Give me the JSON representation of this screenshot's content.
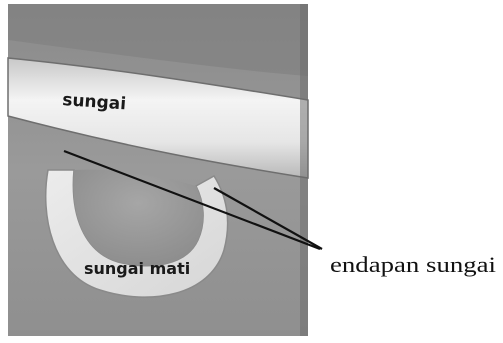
{
  "labels": {
    "river": "sungai",
    "oxbow": "sungai mati",
    "deposit": "endapan sungai"
  }
}
